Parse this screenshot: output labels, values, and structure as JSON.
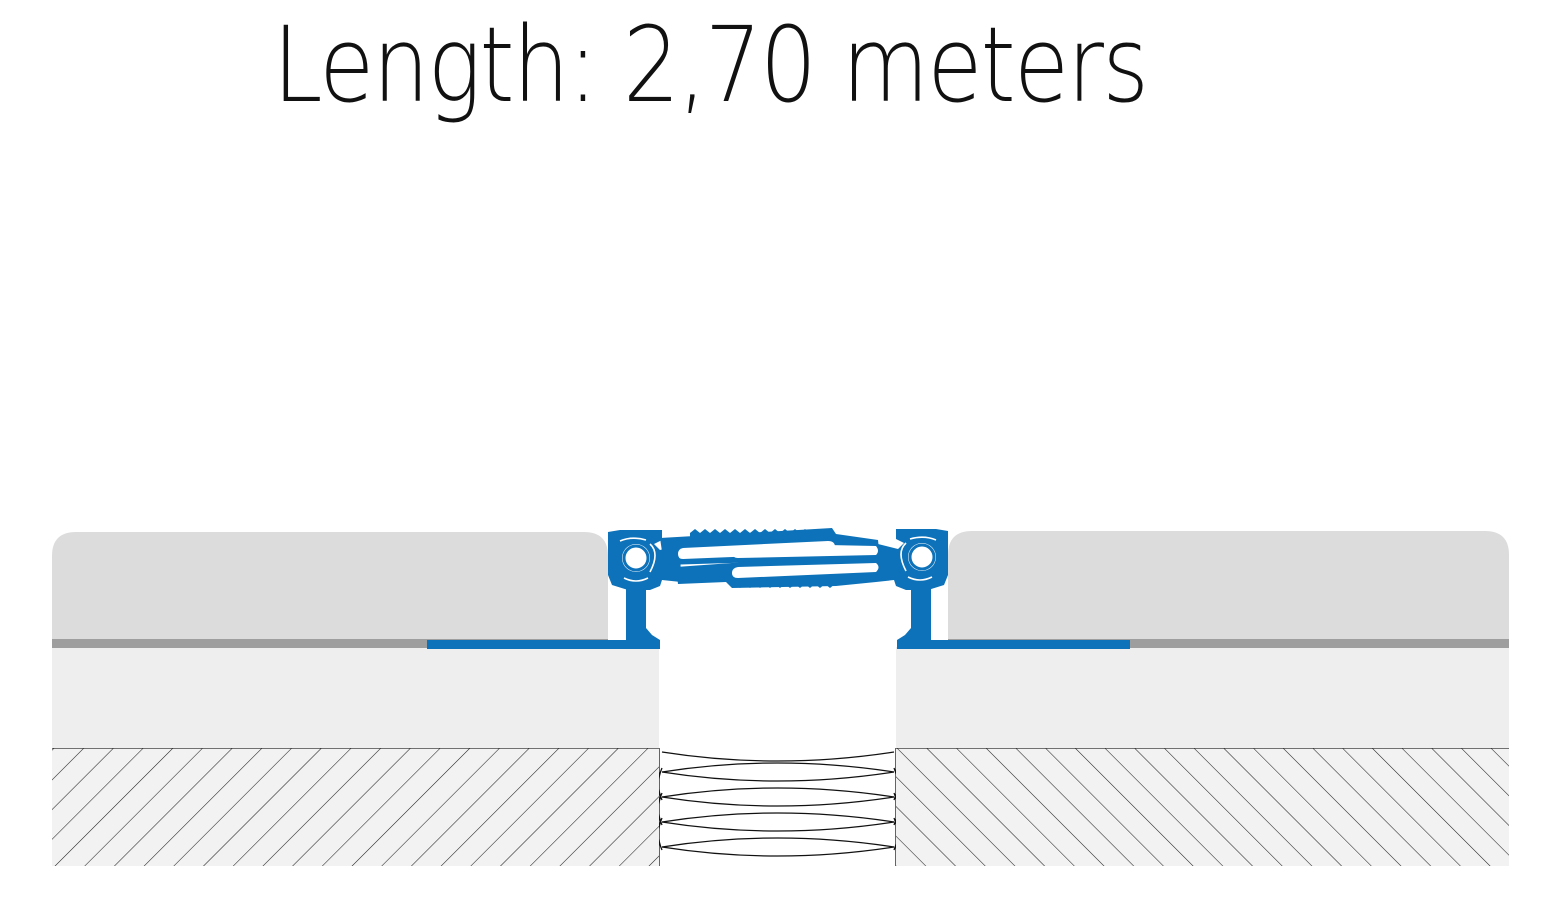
{
  "title": "Length: 2,70 meters",
  "colors": {
    "profile": "#0d72b9",
    "tile": "#dcdcdc",
    "adhesive_layer": "#9e9e9e",
    "screed": "#eeeeee",
    "substrate": "#f2f2f2",
    "hatch": "#222222"
  },
  "icons": {
    "profile": "expansion-joint-profile",
    "filler": "compressible-joint-filler"
  }
}
